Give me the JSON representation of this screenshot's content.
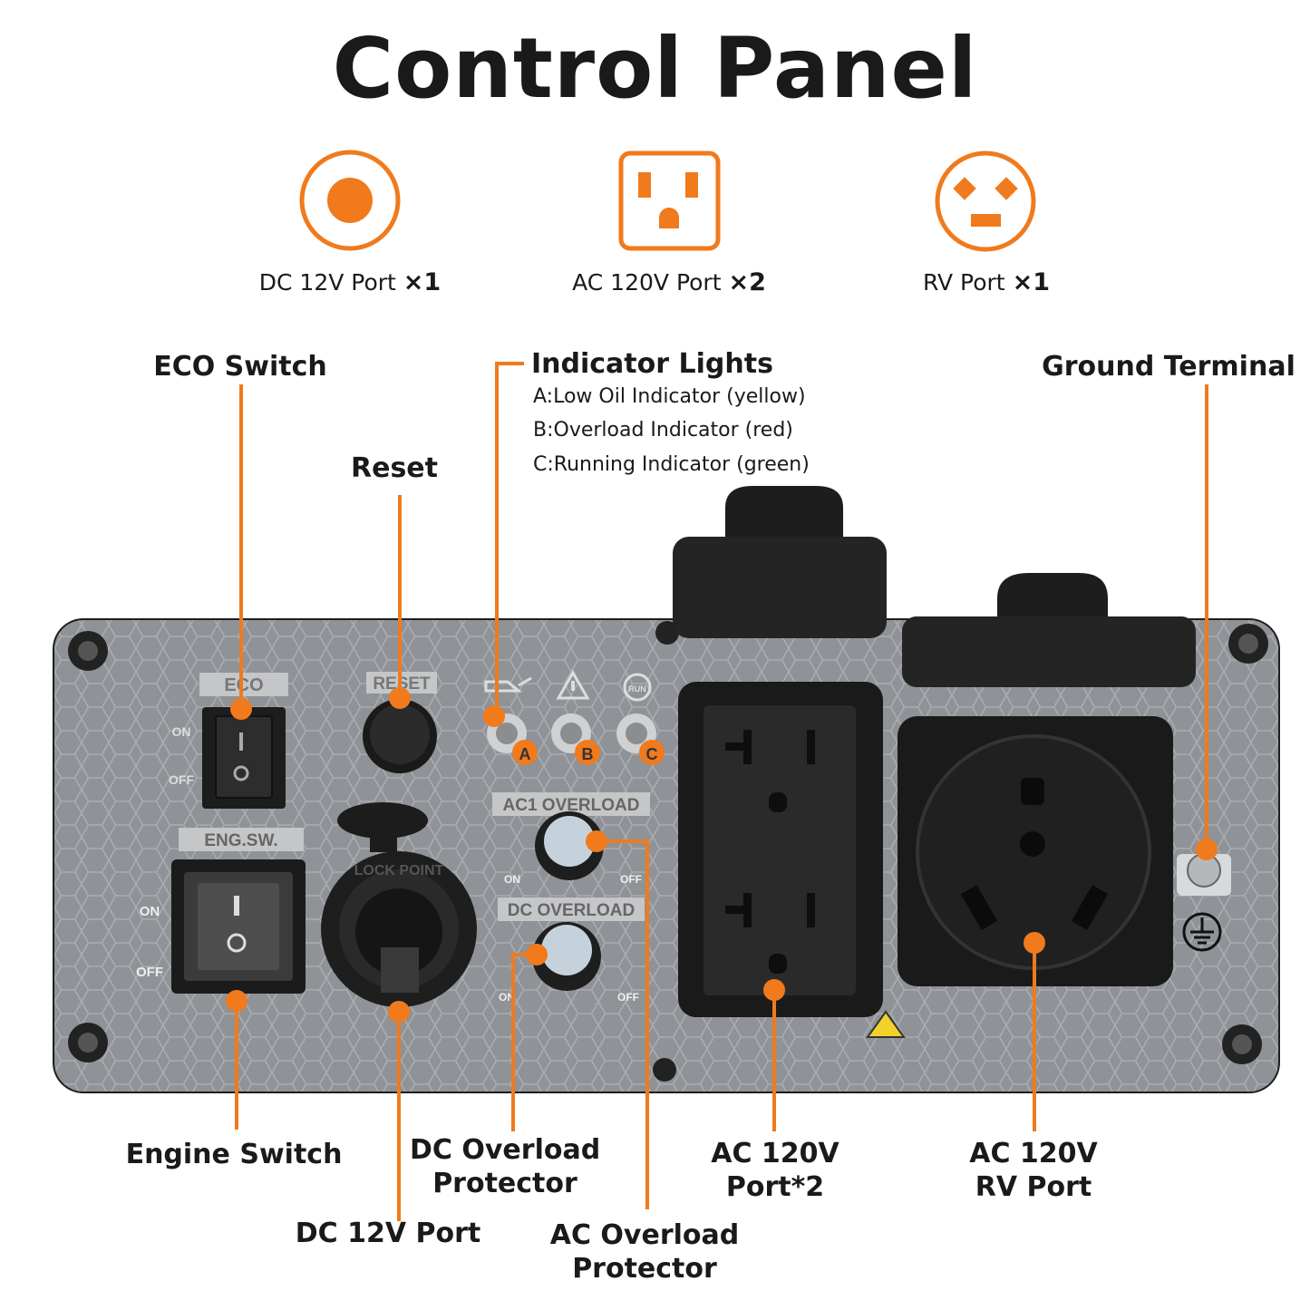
{
  "title": "Control Panel",
  "ports": [
    {
      "label": "DC 12V Port",
      "count": "×1",
      "icon": "dc-port-icon"
    },
    {
      "label": "AC 120V Port",
      "count": "×2",
      "icon": "ac-outlet-icon"
    },
    {
      "label": "RV Port",
      "count": "×1",
      "icon": "rv-port-icon"
    }
  ],
  "callouts": {
    "eco_switch": "ECO Switch",
    "reset": "Reset",
    "indicator_lights": "Indicator Lights",
    "indicator_a": "A:Low Oil Indicator (yellow)",
    "indicator_b": "B:Overload Indicator (red)",
    "indicator_c": "C:Running Indicator (green)",
    "ground_terminal": "Ground Terminal",
    "engine_switch": "Engine Switch",
    "dc_12v_port": "DC 12V Port",
    "dc_overload_1": "DC Overload",
    "dc_overload_2": "Protector",
    "ac_overload_1": "AC Overload",
    "ac_overload_2": "Protector",
    "ac_120v_1": "AC 120V",
    "ac_120v_2": "Port*2",
    "rv_1": "AC 120V",
    "rv_2": "RV Port"
  },
  "panel": {
    "eco": "ECO",
    "reset": "RESET",
    "eng_sw": "ENG.SW.",
    "on": "ON",
    "off": "OFF",
    "ac1_overload": "AC1 OVERLOAD",
    "dc_overload": "DC OVERLOAD",
    "lock_point": "LOCK POINT",
    "led_a": "A",
    "led_b": "B",
    "led_c": "C",
    "run": "RUN"
  },
  "colors": {
    "accent": "#f07a1c",
    "panel": "#8f9296",
    "dark": "#1c1c1c"
  }
}
